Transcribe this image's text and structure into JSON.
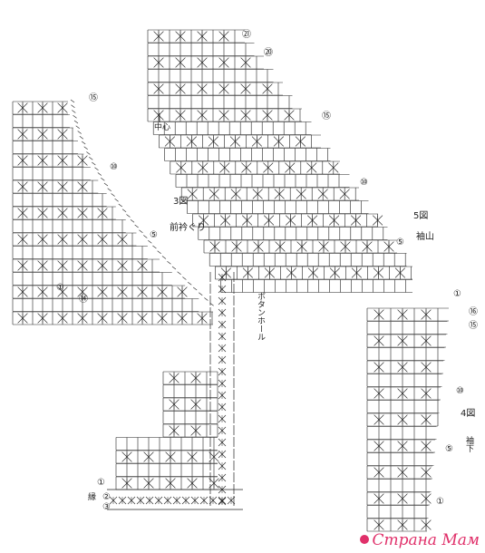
{
  "labels": {
    "fig3": "3図",
    "fig3_caption": "前衿ぐり",
    "fig5": "5図",
    "fig5_caption": "袖山",
    "fig4": "4図",
    "fig4_caption": "袖下",
    "center": "中心",
    "buttonhole": "ボタンホール",
    "edge": "縁"
  },
  "row_markers": {
    "r21": "㉑",
    "r20": "⑳",
    "r15": "⑮",
    "r10": "⑩",
    "r5": "⑤",
    "r1": "①",
    "r14": "⑭",
    "r16": "⑯",
    "r2": "②",
    "r3": "③"
  },
  "watermark": "Страна Мам",
  "colors": {
    "ink": "#222222",
    "brand": "#e0306a"
  }
}
